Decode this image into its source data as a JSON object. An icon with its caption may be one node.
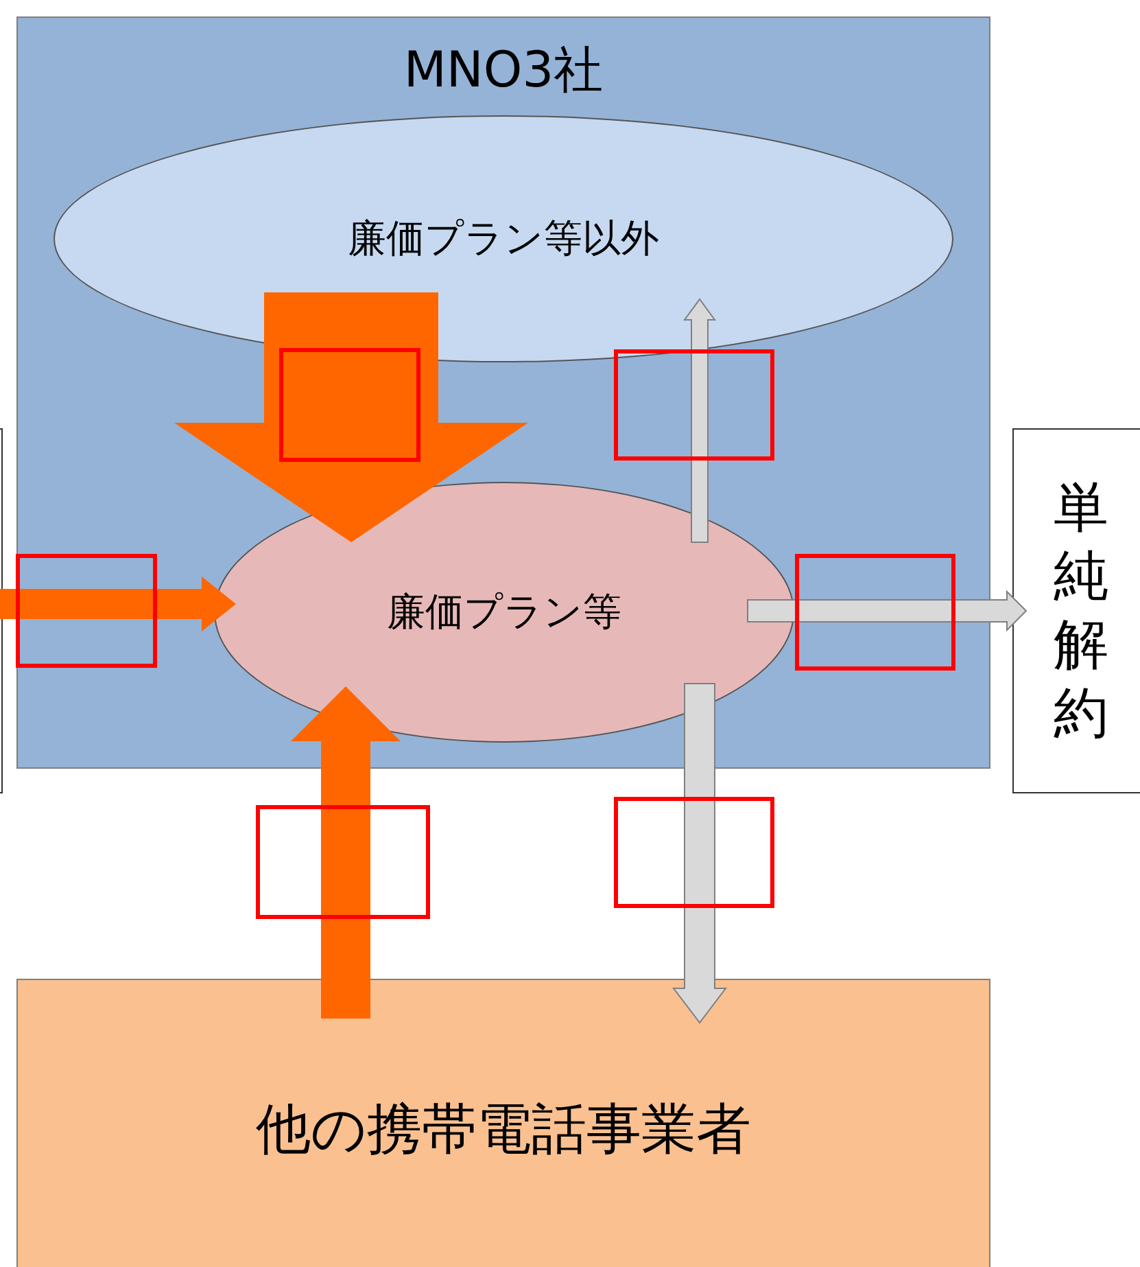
{
  "diagram": {
    "nodes": [
      {
        "text": [
          "MNO3社"
        ]
      },
      {
        "text": [
          "廉価プラン等以外"
        ],
        "in": 0
      },
      {
        "text": [
          "廉価プラン等"
        ],
        "in": 0
      },
      {
        "text": [],
        "shape": "box"
      },
      {
        "text": [
          "単純解約"
        ]
      },
      {
        "text": [
          "他の携帯電話事業者"
        ]
      }
    ],
    "edges": [
      {
        "from": 1,
        "to": 2,
        "arrow": "to",
        "style": "thick",
        "color": "#ff6600"
      },
      {
        "from": 2,
        "to": 1,
        "arrow": "to"
      },
      {
        "from": 3,
        "to": 2,
        "arrow": "to",
        "style": "thick",
        "color": "#ff6600"
      },
      {
        "from": 2,
        "to": 4,
        "arrow": "to"
      },
      {
        "from": 5,
        "to": 2,
        "arrow": "to",
        "style": "thick",
        "color": "#ff6600"
      },
      {
        "from": 2,
        "to": 5,
        "arrow": "to"
      }
    ]
  }
}
